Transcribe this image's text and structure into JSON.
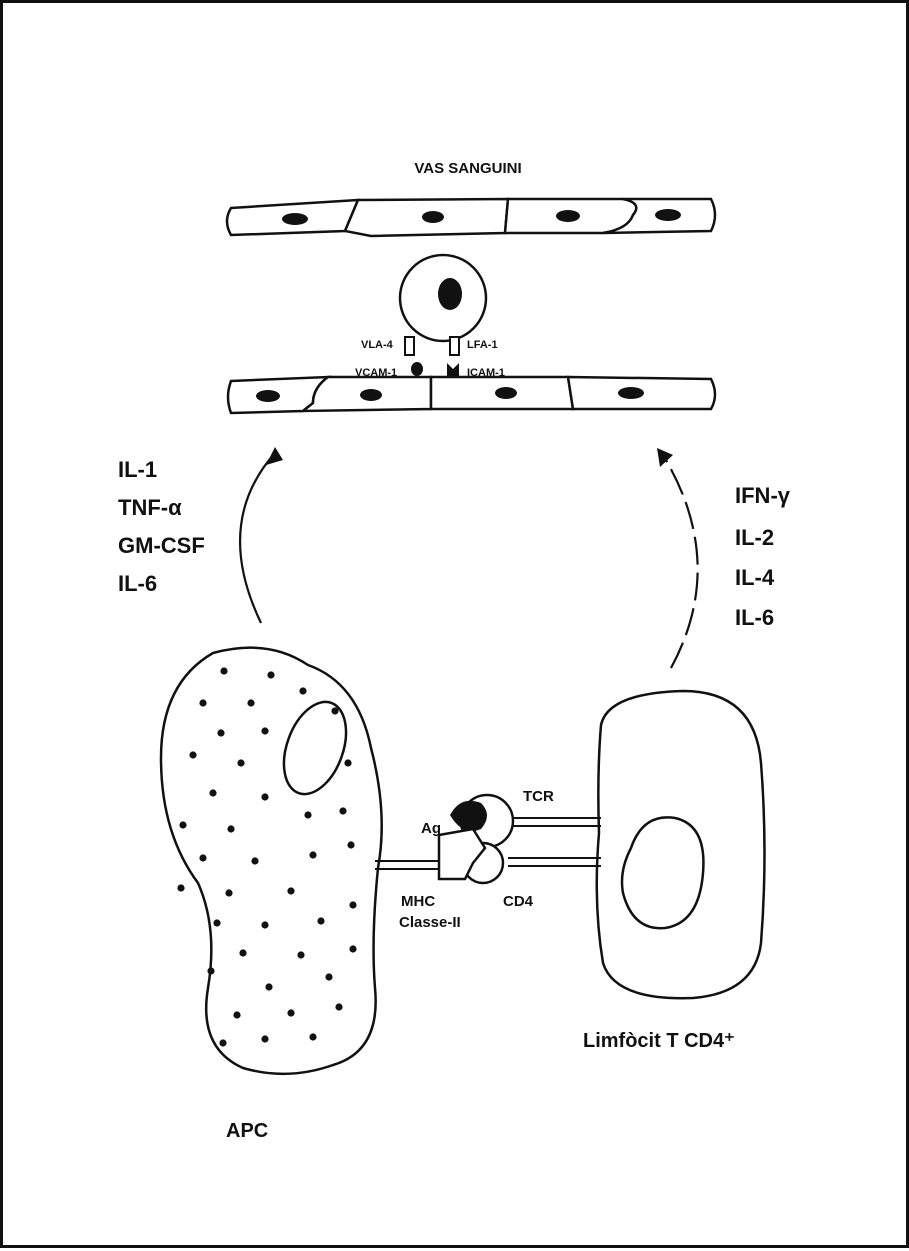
{
  "vessel": {
    "title": "VAS SANGUINI"
  },
  "adhesion": {
    "vla4": "VLA-4",
    "lfa1": "LFA-1",
    "vcam1": "VCAM-1",
    "icam1": "ICAM-1"
  },
  "apc_cytokines": [
    "IL-1",
    "TNF-α",
    "GM-CSF",
    "IL-6"
  ],
  "tcell_cytokines": [
    "IFN-γ",
    "IL-2",
    "IL-4",
    "IL-6"
  ],
  "synapse": {
    "ag": "Ag",
    "tcr": "TCR",
    "mhc": "MHC",
    "mhc_class": "Classe-II",
    "cd4": "CD4"
  },
  "cells": {
    "apc": "APC",
    "tcell": "Limfòcit T CD4⁺"
  }
}
